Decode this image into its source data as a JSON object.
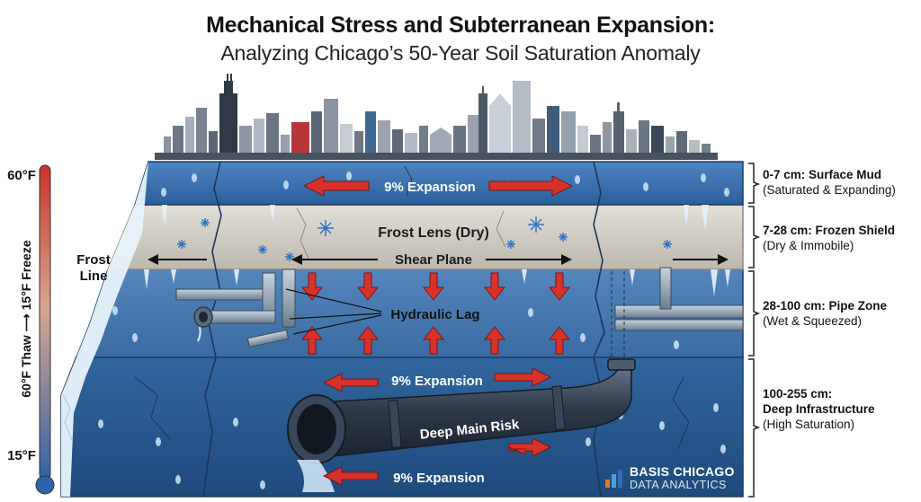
{
  "header": {
    "title": "Mechanical Stress and Subterranean Expansion:",
    "subtitle": "Analyzing Chicago’s 50-Year Soil Saturation Anomaly"
  },
  "thermometer": {
    "top_label": "60°F",
    "bottom_label": "15°F",
    "axis_label": "60°F Thaw ⟶ 15°F Freeze"
  },
  "diagram": {
    "frost_line_label": "Frost\nLine",
    "surface_expansion": "9% Expansion",
    "frost_lens": "Frost Lens (Dry)",
    "shear_plane": "Shear Plane",
    "hydraulic_lag": "Hydraulic Lag",
    "deep_expansion_top": "9% Expansion",
    "deep_main_risk": "Deep Main Risk",
    "deep_expansion_bottom": "9% Expansion"
  },
  "layers": [
    {
      "range": "0-7 cm: Surface Mud",
      "desc": "(Saturated & Expanding)"
    },
    {
      "range": "7-28 cm: Frozen Shield",
      "desc": "(Dry & Immobile)"
    },
    {
      "range": "28-100 cm: Pipe Zone",
      "desc": "(Wet & Squeezed)"
    },
    {
      "range": "100-255 cm:",
      "range2": "Deep Infrastructure",
      "desc": "(High Saturation)"
    }
  ],
  "logo": {
    "line1": "BASIS CHICAGO",
    "line2": "DATA ANALYTICS"
  },
  "colors": {
    "surface": "#2e67a8",
    "frost_lens": "#cfcbc2",
    "pipe_zone": "#3b6fa6",
    "deep_zone": "#2a5a8f",
    "arrow_red": "#d8322b",
    "thermo_top": "#c8322c",
    "thermo_bottom": "#2f63a8"
  }
}
